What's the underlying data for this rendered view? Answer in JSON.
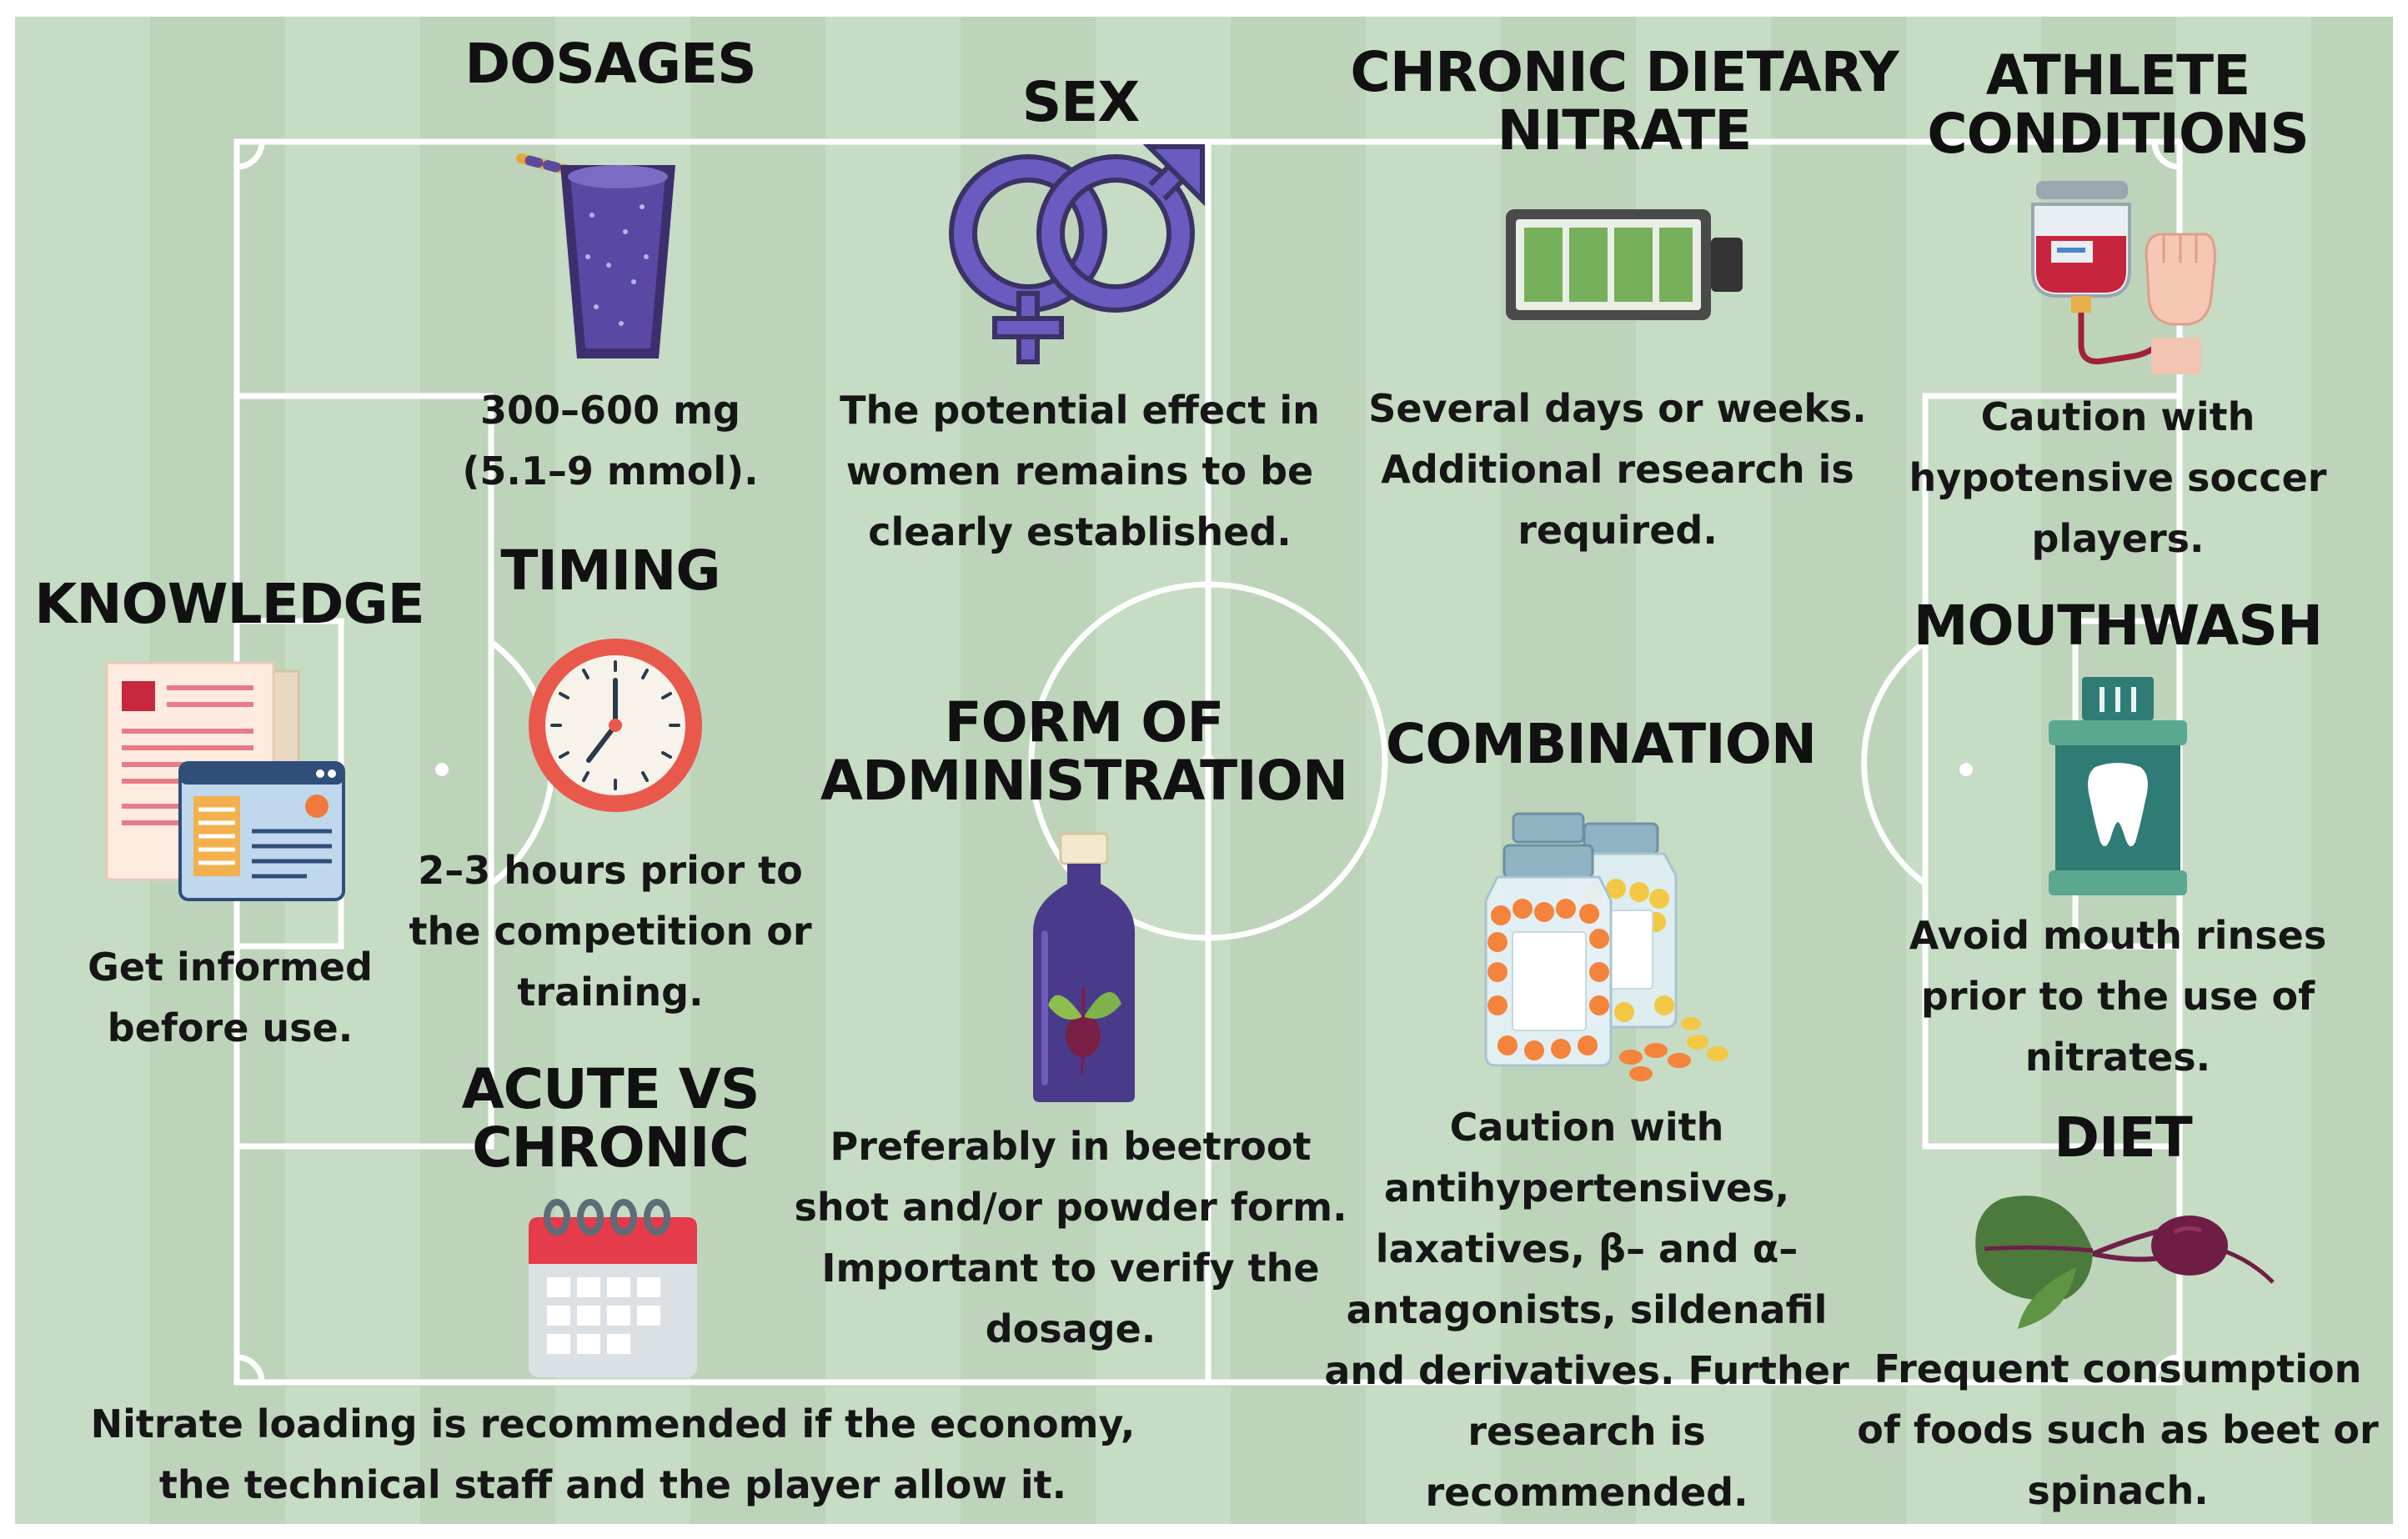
{
  "colors": {
    "field_background": "#c2d8c0",
    "field_lines": "#ffffff",
    "text": "#161616"
  },
  "sections": {
    "dosages": {
      "title": "DOSAGES",
      "description": "300–600 mg\n(5.1–9 mmol).",
      "icon": "purple-drink-glass-icon"
    },
    "sex": {
      "title": "SEX",
      "description": "The potential effect in\nwomen remains to be\nclearly established.",
      "icon": "gender-symbols-icon"
    },
    "chronic_dietary_nitrate": {
      "title": "CHRONIC DIETARY\nNITRATE",
      "description": "Several days or weeks.\nAdditional research is\nrequired.",
      "icon": "full-battery-icon"
    },
    "athlete_conditions": {
      "title": "ATHLETE\nCONDITIONS",
      "description": "Caution with\nhypotensive soccer\nplayers.",
      "icon": "iv-drip-arm-icon"
    },
    "knowledge": {
      "title": "KNOWLEDGE",
      "description": "Get informed\nbefore use.",
      "icon": "documents-browser-icon"
    },
    "timing": {
      "title": "TIMING",
      "description": "2–3 hours prior to\nthe competition or\ntraining.",
      "icon": "clock-icon"
    },
    "form_of_administration": {
      "title": "FORM OF\nADMINISTRATION",
      "description": "Preferably in beetroot\nshot and/or powder form.\nImportant to verify the\ndosage.",
      "icon": "beetroot-bottle-icon"
    },
    "combination": {
      "title": "COMBINATION",
      "description": "Caution with\nantihypertensives,\nlaxatives, β– and α–\nantagonists, sildenafil\nand derivatives. Further\nresearch is\nrecommended.",
      "icon": "pill-bottles-icon"
    },
    "mouthwash": {
      "title": "MOUTHWASH",
      "description": "Avoid mouth rinses\nprior to the use of\nnitrates.",
      "icon": "mouthwash-bottle-icon"
    },
    "acute_vs_chronic": {
      "title": "ACUTE VS\nCHRONIC",
      "description": "Nitrate loading is recommended if the economy,\nthe technical staff and the player allow it.",
      "icon": "calendar-icon"
    },
    "diet": {
      "title": "DIET",
      "description": "Frequent consumption\nof foods such as beet or\nspinach.",
      "icon": "beetroot-icon"
    }
  }
}
